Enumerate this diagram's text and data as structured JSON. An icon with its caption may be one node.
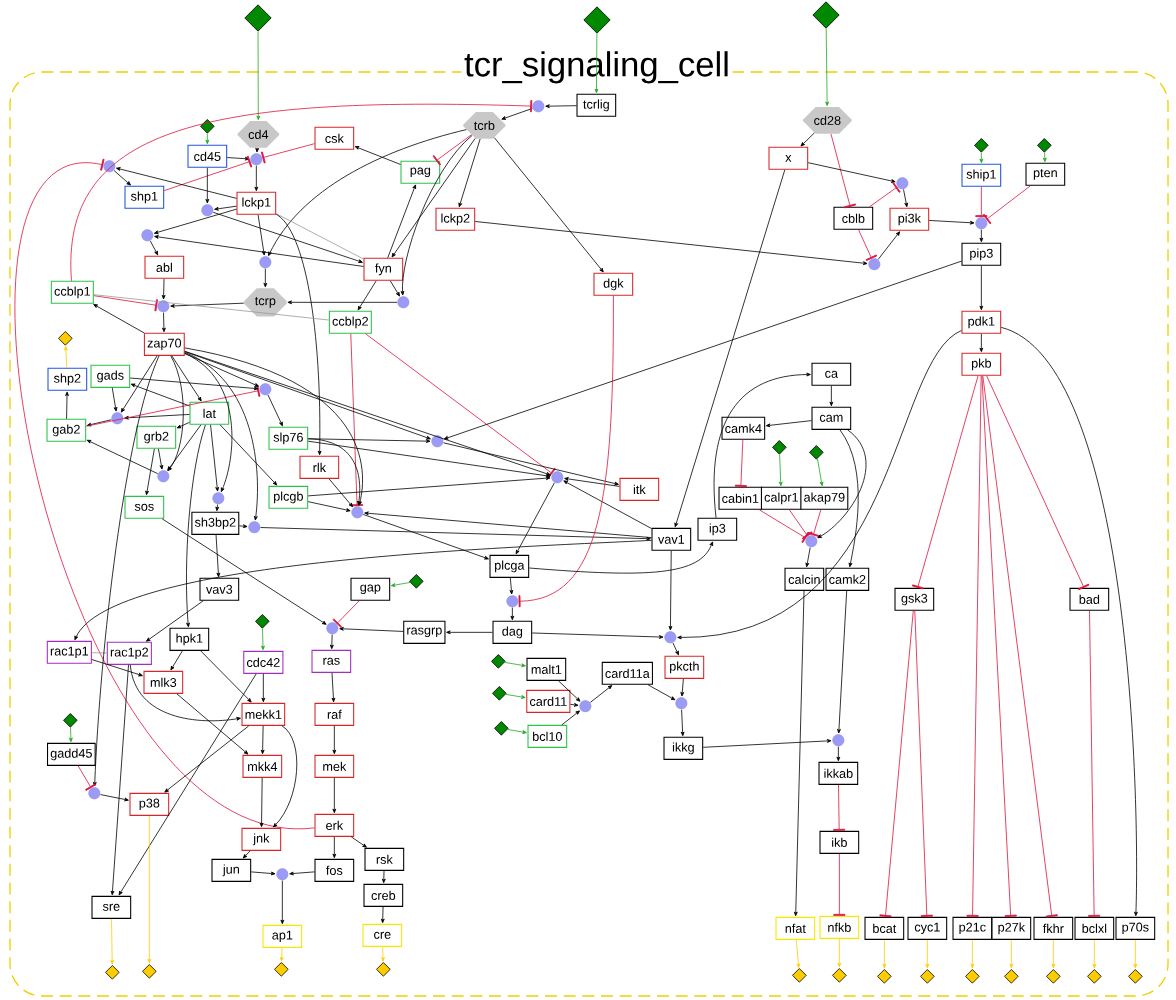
{
  "diagram": {
    "nodes": [
      {
        "text": [
          "tcr_signaling_cell"
        ]
      },
      {
        "text": [],
        "shape": "diamond"
      },
      {
        "text": [],
        "shape": "diamond"
      },
      {
        "text": [],
        "shape": "diamond"
      },
      {
        "text": [
          "tcrlig"
        ],
        "in": 0
      },
      {
        "text": [],
        "shape": "circle",
        "in": 0
      },
      {
        "text": [
          "tcrb"
        ],
        "in": 0
      },
      {
        "text": [
          "cd4"
        ],
        "in": 0
      },
      {
        "text": [
          "cd28"
        ],
        "in": 0
      },
      {
        "text": [],
        "shape": "diamond",
        "in": 0
      },
      {
        "text": [
          "csk"
        ],
        "in": 0
      },
      {
        "text": [
          "cd45"
        ],
        "in": 0
      },
      {
        "text": [],
        "shape": "circle",
        "in": 0
      },
      {
        "text": [
          "x"
        ],
        "in": 0
      },
      {
        "text": [],
        "shape": "circle",
        "in": 0
      },
      {
        "text": [
          "pag"
        ],
        "in": 0
      },
      {
        "text": [],
        "shape": "diamond",
        "in": 0
      },
      {
        "text": [],
        "shape": "diamond",
        "in": 0
      },
      {
        "text": [
          "ship1"
        ],
        "in": 0
      },
      {
        "text": [
          "pten"
        ],
        "in": 0
      },
      {
        "text": [],
        "shape": "circle",
        "in": 0
      },
      {
        "text": [
          "shp1"
        ],
        "in": 0
      },
      {
        "text": [
          "lckp1"
        ],
        "in": 0
      },
      {
        "text": [],
        "shape": "circle",
        "in": 0
      },
      {
        "text": [
          "lckp2"
        ],
        "in": 0
      },
      {
        "text": [
          "cblb"
        ],
        "in": 0
      },
      {
        "text": [
          "pi3k"
        ],
        "in": 0
      },
      {
        "text": [],
        "shape": "circle",
        "in": 0
      },
      {
        "text": [],
        "shape": "circle",
        "in": 0
      },
      {
        "text": [
          "pip3"
        ],
        "in": 0
      },
      {
        "text": [],
        "shape": "circle",
        "in": 0
      },
      {
        "text": [],
        "shape": "circle",
        "in": 0
      },
      {
        "text": [
          "abl"
        ],
        "in": 0
      },
      {
        "text": [
          "fyn"
        ],
        "in": 0
      },
      {
        "text": [
          "dgk"
        ],
        "in": 0
      },
      {
        "text": [
          "ccblp1"
        ],
        "in": 0
      },
      {
        "text": [
          "tcrp"
        ],
        "in": 0
      },
      {
        "text": [],
        "shape": "circle",
        "in": 0
      },
      {
        "text": [],
        "shape": "circle",
        "in": 0
      },
      {
        "text": [
          "ccblp2"
        ],
        "in": 0
      },
      {
        "text": [
          "pdk1"
        ],
        "in": 0
      },
      {
        "text": [],
        "shape": "diamond",
        "in": 0
      },
      {
        "text": [
          "zap70"
        ],
        "in": 0
      },
      {
        "text": [
          "pkb"
        ],
        "in": 0
      },
      {
        "text": [
          "ca"
        ],
        "in": 0
      },
      {
        "text": [
          "gads"
        ],
        "in": 0
      },
      {
        "text": [
          "shp2"
        ],
        "in": 0
      },
      {
        "text": [],
        "shape": "circle",
        "in": 0
      },
      {
        "text": [
          "lat"
        ],
        "in": 0
      },
      {
        "text": [],
        "shape": "circle",
        "in": 0
      },
      {
        "text": [
          "cam"
        ],
        "in": 0
      },
      {
        "text": [
          "gab2"
        ],
        "in": 0
      },
      {
        "text": [
          "camk4"
        ],
        "in": 0
      },
      {
        "text": [
          "grb2"
        ],
        "in": 0
      },
      {
        "text": [
          "slp76"
        ],
        "in": 0
      },
      {
        "text": [],
        "shape": "circle",
        "in": 0
      },
      {
        "text": [],
        "shape": "diamond",
        "in": 0
      },
      {
        "text": [],
        "shape": "diamond",
        "in": 0
      },
      {
        "text": [
          "rlk"
        ],
        "in": 0
      },
      {
        "text": [],
        "shape": "circle",
        "in": 0
      },
      {
        "text": [],
        "shape": "circle",
        "in": 0
      },
      {
        "text": [
          "itk"
        ],
        "in": 0
      },
      {
        "text": [
          "plcgb"
        ],
        "in": 0
      },
      {
        "text": [
          "cabin1"
        ],
        "in": 0
      },
      {
        "text": [
          "calpr1"
        ],
        "in": 0
      },
      {
        "text": [
          "akap79"
        ],
        "in": 0
      },
      {
        "text": [],
        "shape": "circle",
        "in": 0
      },
      {
        "text": [
          "sos"
        ],
        "in": 0
      },
      {
        "text": [],
        "shape": "circle",
        "in": 0
      },
      {
        "text": [
          "sh3bp2"
        ],
        "in": 0
      },
      {
        "text": [],
        "shape": "circle",
        "in": 0
      },
      {
        "text": [
          "ip3"
        ],
        "in": 0
      },
      {
        "text": [
          "vav1"
        ],
        "in": 0
      },
      {
        "text": [],
        "shape": "circle",
        "in": 0
      },
      {
        "text": [
          "plcga"
        ],
        "in": 0
      },
      {
        "text": [
          "calcin"
        ],
        "in": 0
      },
      {
        "text": [
          "camk2"
        ],
        "in": 0
      },
      {
        "text": [
          "vav3"
        ],
        "in": 0
      },
      {
        "text": [
          "gap"
        ],
        "in": 0
      },
      {
        "text": [],
        "shape": "diamond",
        "in": 0
      },
      {
        "text": [
          "gsk3"
        ],
        "in": 0
      },
      {
        "text": [
          "bad"
        ],
        "in": 0
      },
      {
        "text": [],
        "shape": "circle",
        "in": 0
      },
      {
        "text": [],
        "shape": "diamond",
        "in": 0
      },
      {
        "text": [],
        "shape": "circle",
        "in": 0
      },
      {
        "text": [
          "dag"
        ],
        "in": 0
      },
      {
        "text": [
          "rasgrp"
        ],
        "in": 0
      },
      {
        "text": [],
        "shape": "circle",
        "in": 0
      },
      {
        "text": [
          "hpk1"
        ],
        "in": 0
      },
      {
        "text": [
          "rac1p1"
        ],
        "in": 0
      },
      {
        "text": [
          "rac1p2"
        ],
        "in": 0
      },
      {
        "text": [
          "cdc42"
        ],
        "in": 0
      },
      {
        "text": [
          "ras"
        ],
        "in": 0
      },
      {
        "text": [],
        "shape": "diamond",
        "in": 0
      },
      {
        "text": [
          "malt1"
        ],
        "in": 0
      },
      {
        "text": [
          "card11a"
        ],
        "in": 0
      },
      {
        "text": [
          "pkcth"
        ],
        "in": 0
      },
      {
        "text": [
          "mlk3"
        ],
        "in": 0
      },
      {
        "text": [],
        "shape": "diamond",
        "in": 0
      },
      {
        "text": [
          "card11"
        ],
        "in": 0
      },
      {
        "text": [],
        "shape": "circle",
        "in": 0
      },
      {
        "text": [],
        "shape": "circle",
        "in": 0
      },
      {
        "text": [
          "mekk1"
        ],
        "in": 0
      },
      {
        "text": [
          "raf"
        ],
        "in": 0
      },
      {
        "text": [],
        "shape": "diamond",
        "in": 0
      },
      {
        "text": [],
        "shape": "diamond",
        "in": 0
      },
      {
        "text": [
          "bcl10"
        ],
        "in": 0
      },
      {
        "text": [],
        "shape": "circle",
        "in": 0
      },
      {
        "text": [
          "ikkg"
        ],
        "in": 0
      },
      {
        "text": [
          "gadd45"
        ],
        "in": 0
      },
      {
        "text": [
          "mkk4"
        ],
        "in": 0
      },
      {
        "text": [
          "mek"
        ],
        "in": 0
      },
      {
        "text": [
          "ikkab"
        ],
        "in": 0
      },
      {
        "text": [],
        "shape": "circle",
        "in": 0
      },
      {
        "text": [
          "p38"
        ],
        "in": 0
      },
      {
        "text": [
          "erk"
        ],
        "in": 0
      },
      {
        "text": [
          "jnk"
        ],
        "in": 0
      },
      {
        "text": [
          "ikb"
        ],
        "in": 0
      },
      {
        "text": [
          "rsk"
        ],
        "in": 0
      },
      {
        "text": [
          "jun"
        ],
        "in": 0
      },
      {
        "text": [],
        "shape": "circle",
        "in": 0
      },
      {
        "text": [
          "fos"
        ],
        "in": 0
      },
      {
        "text": [
          "creb"
        ],
        "in": 0
      },
      {
        "text": [
          "sre"
        ],
        "in": 0
      },
      {
        "text": [
          "nfat"
        ],
        "in": 0
      },
      {
        "text": [
          "nfkb"
        ],
        "in": 0
      },
      {
        "text": [
          "bcat"
        ],
        "in": 0
      },
      {
        "text": [
          "cyc1"
        ],
        "in": 0
      },
      {
        "text": [
          "p21c"
        ],
        "in": 0
      },
      {
        "text": [
          "p27k"
        ],
        "in": 0
      },
      {
        "text": [
          "fkhr"
        ],
        "in": 0
      },
      {
        "text": [
          "bclxl"
        ],
        "in": 0
      },
      {
        "text": [
          "p70s"
        ],
        "in": 0
      },
      {
        "text": [
          "ap1"
        ],
        "in": 0
      },
      {
        "text": [
          "cre"
        ],
        "in": 0
      },
      {
        "text": [],
        "shape": "diamond",
        "in": 0
      },
      {
        "text": [],
        "shape": "diamond",
        "in": 0
      },
      {
        "text": [],
        "shape": "diamond",
        "in": 0
      },
      {
        "text": [],
        "shape": "diamond",
        "in": 0
      },
      {
        "text": [],
        "shape": "diamond",
        "in": 0
      },
      {
        "text": [],
        "shape": "diamond",
        "in": 0
      },
      {
        "text": [],
        "shape": "diamond",
        "in": 0
      },
      {
        "text": [],
        "shape": "diamond",
        "in": 0
      },
      {
        "text": [],
        "shape": "diamond",
        "in": 0
      },
      {
        "text": [],
        "shape": "diamond",
        "in": 0
      },
      {
        "text": [],
        "shape": "diamond",
        "in": 0
      },
      {
        "text": [],
        "shape": "diamond",
        "in": 0
      },
      {
        "text": [],
        "shape": "diamond",
        "in": 0
      }
    ],
    "edges": [
      {
        "from": 2,
        "to": 4,
        "arrow": "to",
        "color": "#22aa22"
      },
      {
        "from": 4,
        "to": 5,
        "arrow": "to"
      },
      {
        "from": 5,
        "to": 6,
        "arrow": "to"
      },
      {
        "from": 1,
        "to": 7,
        "arrow": "to",
        "color": "#22aa22"
      },
      {
        "from": 3,
        "to": 8,
        "arrow": "to",
        "color": "#22aa22"
      },
      {
        "from": 35,
        "to": 5,
        "arrow": "other",
        "color": "#dc143c"
      },
      {
        "from": 9,
        "to": 11,
        "arrow": "to",
        "color": "#22aa22"
      },
      {
        "from": 7,
        "to": 12,
        "arrow": "to"
      },
      {
        "from": 11,
        "to": 12,
        "arrow": "to"
      },
      {
        "from": 10,
        "to": 12,
        "arrow": "other",
        "color": "#dc143c"
      },
      {
        "from": 21,
        "to": 12,
        "arrow": "other",
        "color": "#dc143c"
      },
      {
        "from": 12,
        "to": 22,
        "arrow": "to"
      },
      {
        "from": 22,
        "to": 14,
        "arrow": "to"
      },
      {
        "from": 14,
        "to": 21,
        "arrow": "to"
      },
      {
        "from": 115,
        "to": 14,
        "arrow": "other",
        "color": "#dc143c"
      },
      {
        "from": 11,
        "to": 23,
        "arrow": "to"
      },
      {
        "from": 22,
        "to": 23,
        "arrow": "to"
      },
      {
        "from": 23,
        "to": 33,
        "arrow": "to"
      },
      {
        "from": 15,
        "to": 10,
        "arrow": "to"
      },
      {
        "from": 22,
        "to": 28,
        "arrow": "to"
      },
      {
        "from": 33,
        "to": 28,
        "arrow": "to"
      },
      {
        "from": 28,
        "to": 32,
        "arrow": "to"
      },
      {
        "from": 22,
        "to": 30,
        "arrow": "to"
      },
      {
        "from": 6,
        "to": 30,
        "arrow": "to"
      },
      {
        "from": 30,
        "to": 36,
        "arrow": "to"
      },
      {
        "from": 22,
        "to": 33,
        "arrow": "none",
        "color": "#999999"
      },
      {
        "from": 22,
        "to": 58,
        "arrow": "to"
      },
      {
        "from": 33,
        "to": 38,
        "arrow": "to"
      },
      {
        "from": 6,
        "to": 38,
        "arrow": "to"
      },
      {
        "from": 38,
        "to": 36,
        "arrow": "to"
      },
      {
        "from": 33,
        "to": 39,
        "arrow": "to"
      },
      {
        "from": 33,
        "to": 15,
        "arrow": "to"
      },
      {
        "from": 6,
        "to": 33,
        "arrow": "to"
      },
      {
        "from": 6,
        "to": 15,
        "arrow": "other",
        "color": "#dc143c"
      },
      {
        "from": 6,
        "to": 24,
        "arrow": "to"
      },
      {
        "from": 6,
        "to": 34,
        "arrow": "to"
      },
      {
        "from": 32,
        "to": 37,
        "arrow": "to"
      },
      {
        "from": 35,
        "to": 37,
        "arrow": "other",
        "color": "#dc143c"
      },
      {
        "from": 36,
        "to": 37,
        "arrow": "to"
      },
      {
        "from": 37,
        "to": 42,
        "arrow": "to"
      },
      {
        "from": 42,
        "to": 35,
        "arrow": "to"
      },
      {
        "from": 39,
        "to": 35,
        "arrow": "none",
        "color": "#999999"
      },
      {
        "from": 39,
        "to": 68,
        "arrow": "other",
        "color": "#dc143c"
      },
      {
        "from": 39,
        "to": 60,
        "arrow": "other",
        "color": "#dc143c"
      },
      {
        "from": 8,
        "to": 13,
        "arrow": "to"
      },
      {
        "from": 8,
        "to": 25,
        "arrow": "other",
        "color": "#dc143c"
      },
      {
        "from": 13,
        "to": 20,
        "arrow": "to"
      },
      {
        "from": 25,
        "to": 20,
        "arrow": "other",
        "color": "#dc143c"
      },
      {
        "from": 20,
        "to": 26,
        "arrow": "to"
      },
      {
        "from": 25,
        "to": 31,
        "arrow": "other",
        "color": "#dc143c"
      },
      {
        "from": 24,
        "to": 31,
        "arrow": "to"
      },
      {
        "from": 31,
        "to": 26,
        "arrow": "to"
      },
      {
        "from": 26,
        "to": 27,
        "arrow": "to"
      },
      {
        "from": 18,
        "to": 27,
        "arrow": "other",
        "color": "#dc143c"
      },
      {
        "from": 19,
        "to": 27,
        "arrow": "other",
        "color": "#dc143c"
      },
      {
        "from": 16,
        "to": 18,
        "arrow": "to",
        "color": "#22aa22"
      },
      {
        "from": 17,
        "to": 19,
        "arrow": "to",
        "color": "#22aa22"
      },
      {
        "from": 27,
        "to": 29,
        "arrow": "to"
      },
      {
        "from": 29,
        "to": 40,
        "arrow": "to"
      },
      {
        "from": 40,
        "to": 43,
        "arrow": "to"
      },
      {
        "from": 40,
        "to": 132,
        "arrow": "to"
      },
      {
        "from": 40,
        "to": 87,
        "arrow": "to"
      },
      {
        "from": 29,
        "to": 55,
        "arrow": "to"
      },
      {
        "from": 43,
        "to": 80,
        "arrow": "other",
        "color": "#dc143c"
      },
      {
        "from": 43,
        "to": 128,
        "arrow": "other",
        "color": "#dc143c"
      },
      {
        "from": 43,
        "to": 129,
        "arrow": "other",
        "color": "#dc143c"
      },
      {
        "from": 43,
        "to": 130,
        "arrow": "other",
        "color": "#dc143c"
      },
      {
        "from": 43,
        "to": 81,
        "arrow": "other",
        "color": "#dc143c"
      },
      {
        "from": 80,
        "to": 126,
        "arrow": "other",
        "color": "#dc143c"
      },
      {
        "from": 80,
        "to": 127,
        "arrow": "other",
        "color": "#dc143c"
      },
      {
        "from": 81,
        "to": 131,
        "arrow": "other",
        "color": "#dc143c"
      },
      {
        "from": 46,
        "to": 41,
        "arrow": "to",
        "color": "#ffcc00"
      },
      {
        "from": 51,
        "to": 46,
        "arrow": "to"
      },
      {
        "from": 45,
        "to": 49,
        "arrow": "to"
      },
      {
        "from": 42,
        "to": 49,
        "arrow": "to"
      },
      {
        "from": 48,
        "to": 49,
        "arrow": "to"
      },
      {
        "from": 49,
        "to": 51,
        "arrow": "to"
      },
      {
        "from": 48,
        "to": 45,
        "arrow": "to"
      },
      {
        "from": 51,
        "to": 47,
        "arrow": "other",
        "color": "#dc143c"
      },
      {
        "from": 45,
        "to": 47,
        "arrow": "to"
      },
      {
        "from": 42,
        "to": 47,
        "arrow": "to"
      },
      {
        "from": 47,
        "to": 54,
        "arrow": "to"
      },
      {
        "from": 42,
        "to": 48,
        "arrow": "to"
      },
      {
        "from": 48,
        "to": 53,
        "arrow": "to"
      },
      {
        "from": 59,
        "to": 51,
        "arrow": "to"
      },
      {
        "from": 53,
        "to": 59,
        "arrow": "to"
      },
      {
        "from": 48,
        "to": 59,
        "arrow": "to"
      },
      {
        "from": 42,
        "to": 59,
        "arrow": "to"
      },
      {
        "from": 53,
        "to": 67,
        "arrow": "to"
      },
      {
        "from": 48,
        "to": 66,
        "arrow": "to"
      },
      {
        "from": 42,
        "to": 66,
        "arrow": "to"
      },
      {
        "from": 66,
        "to": 69,
        "arrow": "to"
      },
      {
        "from": 48,
        "to": 62,
        "arrow": "to"
      },
      {
        "from": 48,
        "to": 88,
        "arrow": "to"
      },
      {
        "from": 42,
        "to": 70,
        "arrow": "to"
      },
      {
        "from": 69,
        "to": 70,
        "arrow": "to"
      },
      {
        "from": 70,
        "to": 72,
        "arrow": "to"
      },
      {
        "from": 72,
        "to": 68,
        "arrow": "to"
      },
      {
        "from": 72,
        "to": 89,
        "arrow": "to"
      },
      {
        "from": 72,
        "to": 60,
        "arrow": "to"
      },
      {
        "from": 54,
        "to": 55,
        "arrow": "to"
      },
      {
        "from": 42,
        "to": 55,
        "arrow": "to"
      },
      {
        "from": 55,
        "to": 61,
        "arrow": "to"
      },
      {
        "from": 54,
        "to": 60,
        "arrow": "to"
      },
      {
        "from": 62,
        "to": 60,
        "arrow": "to"
      },
      {
        "from": 42,
        "to": 60,
        "arrow": "to"
      },
      {
        "from": 61,
        "to": 60,
        "arrow": "to"
      },
      {
        "from": 60,
        "to": 74,
        "arrow": "to"
      },
      {
        "from": 54,
        "to": 68,
        "arrow": "to"
      },
      {
        "from": 58,
        "to": 68,
        "arrow": "to"
      },
      {
        "from": 62,
        "to": 68,
        "arrow": "to"
      },
      {
        "from": 42,
        "to": 68,
        "arrow": "to"
      },
      {
        "from": 68,
        "to": 74,
        "arrow": "to"
      },
      {
        "from": 67,
        "to": 84,
        "arrow": "to"
      },
      {
        "from": 86,
        "to": 84,
        "arrow": "to"
      },
      {
        "from": 78,
        "to": 84,
        "arrow": "other",
        "color": "#dc143c"
      },
      {
        "from": 84,
        "to": 92,
        "arrow": "to"
      },
      {
        "from": 79,
        "to": 78,
        "arrow": "to",
        "color": "#22aa22"
      },
      {
        "from": 69,
        "to": 77,
        "arrow": "to"
      },
      {
        "from": 77,
        "to": 90,
        "arrow": "to"
      },
      {
        "from": 85,
        "to": 86,
        "arrow": "to"
      },
      {
        "from": 74,
        "to": 82,
        "arrow": "to"
      },
      {
        "from": 34,
        "to": 82,
        "arrow": "other",
        "color": "#dc143c"
      },
      {
        "from": 82,
        "to": 85,
        "arrow": "to"
      },
      {
        "from": 74,
        "to": 71,
        "arrow": "to"
      },
      {
        "from": 71,
        "to": 44,
        "arrow": "to"
      },
      {
        "from": 44,
        "to": 50,
        "arrow": "to"
      },
      {
        "from": 50,
        "to": 52,
        "arrow": "to"
      },
      {
        "from": 52,
        "to": 63,
        "arrow": "other",
        "color": "#dc143c"
      },
      {
        "from": 56,
        "to": 64,
        "arrow": "to",
        "color": "#22aa22"
      },
      {
        "from": 57,
        "to": 65,
        "arrow": "to",
        "color": "#22aa22"
      },
      {
        "from": 63,
        "to": 73,
        "arrow": "other",
        "color": "#dc143c"
      },
      {
        "from": 64,
        "to": 73,
        "arrow": "other",
        "color": "#dc143c"
      },
      {
        "from": 65,
        "to": 73,
        "arrow": "other",
        "color": "#dc143c"
      },
      {
        "from": 50,
        "to": 73,
        "arrow": "to"
      },
      {
        "from": 50,
        "to": 76,
        "arrow": "to"
      },
      {
        "from": 73,
        "to": 75,
        "arrow": "to"
      },
      {
        "from": 13,
        "to": 72,
        "arrow": "to"
      },
      {
        "from": 72,
        "to": 87,
        "arrow": "to"
      },
      {
        "from": 85,
        "to": 87,
        "arrow": "to"
      },
      {
        "from": 87,
        "to": 96,
        "arrow": "to"
      },
      {
        "from": 96,
        "to": 101,
        "arrow": "to"
      },
      {
        "from": 95,
        "to": 101,
        "arrow": "to"
      },
      {
        "from": 101,
        "to": 108,
        "arrow": "to"
      },
      {
        "from": 108,
        "to": 107,
        "arrow": "to"
      },
      {
        "from": 76,
        "to": 107,
        "arrow": "to"
      },
      {
        "from": 107,
        "to": 112,
        "arrow": "to"
      },
      {
        "from": 112,
        "to": 117,
        "arrow": "other",
        "color": "#dc143c"
      },
      {
        "from": 117,
        "to": 125,
        "arrow": "other",
        "color": "#dc143c"
      },
      {
        "from": 75,
        "to": 124,
        "arrow": "to"
      },
      {
        "from": 93,
        "to": 94,
        "arrow": "to",
        "color": "#22aa22"
      },
      {
        "from": 98,
        "to": 99,
        "arrow": "to",
        "color": "#22aa22"
      },
      {
        "from": 105,
        "to": 106,
        "arrow": "to",
        "color": "#22aa22"
      },
      {
        "from": 94,
        "to": 100,
        "arrow": "to"
      },
      {
        "from": 99,
        "to": 100,
        "arrow": "to"
      },
      {
        "from": 106,
        "to": 100,
        "arrow": "to"
      },
      {
        "from": 100,
        "to": 95,
        "arrow": "to"
      },
      {
        "from": 83,
        "to": 91,
        "arrow": "to",
        "color": "#22aa22"
      },
      {
        "from": 89,
        "to": 90,
        "arrow": "none",
        "color": "#999999"
      },
      {
        "from": 89,
        "to": 97,
        "arrow": "to"
      },
      {
        "from": 88,
        "to": 97,
        "arrow": "to"
      },
      {
        "from": 88,
        "to": 102,
        "arrow": "to"
      },
      {
        "from": 90,
        "to": 102,
        "arrow": "to"
      },
      {
        "from": 91,
        "to": 102,
        "arrow": "to"
      },
      {
        "from": 91,
        "to": 123,
        "arrow": "to"
      },
      {
        "from": 90,
        "to": 123,
        "arrow": "to"
      },
      {
        "from": 97,
        "to": 110,
        "arrow": "to"
      },
      {
        "from": 102,
        "to": 114,
        "arrow": "to"
      },
      {
        "from": 102,
        "to": 110,
        "arrow": "to"
      },
      {
        "from": 102,
        "to": 116,
        "arrow": "to"
      },
      {
        "from": 110,
        "to": 116,
        "arrow": "to"
      },
      {
        "from": 42,
        "to": 113,
        "arrow": "to"
      },
      {
        "from": 109,
        "to": 113,
        "arrow": "other",
        "color": "#dc143c"
      },
      {
        "from": 104,
        "to": 109,
        "arrow": "to",
        "color": "#22aa22"
      },
      {
        "from": 113,
        "to": 114,
        "arrow": "to"
      },
      {
        "from": 114,
        "to": 136,
        "arrow": "to",
        "color": "#ffcc00"
      },
      {
        "from": 123,
        "to": 135,
        "arrow": "to",
        "color": "#ffcc00"
      },
      {
        "from": 92,
        "to": 103,
        "arrow": "to"
      },
      {
        "from": 103,
        "to": 111,
        "arrow": "to"
      },
      {
        "from": 111,
        "to": 115,
        "arrow": "to"
      },
      {
        "from": 115,
        "to": 121,
        "arrow": "to"
      },
      {
        "from": 115,
        "to": 118,
        "arrow": "to"
      },
      {
        "from": 118,
        "to": 122,
        "arrow": "to"
      },
      {
        "from": 122,
        "to": 134,
        "arrow": "to"
      },
      {
        "from": 134,
        "to": 138,
        "arrow": "to",
        "color": "#ffcc00"
      },
      {
        "from": 116,
        "to": 119,
        "arrow": "to"
      },
      {
        "from": 119,
        "to": 120,
        "arrow": "to"
      },
      {
        "from": 121,
        "to": 120,
        "arrow": "to"
      },
      {
        "from": 120,
        "to": 133,
        "arrow": "to"
      },
      {
        "from": 133,
        "to": 137,
        "arrow": "to",
        "color": "#ffcc00"
      },
      {
        "from": 124,
        "to": 139,
        "arrow": "to",
        "color": "#ffcc00"
      },
      {
        "from": 125,
        "to": 140,
        "arrow": "to",
        "color": "#ffcc00"
      },
      {
        "from": 126,
        "to": 141,
        "arrow": "to",
        "color": "#ffcc00"
      },
      {
        "from": 127,
        "to": 142,
        "arrow": "to",
        "color": "#ffcc00"
      },
      {
        "from": 128,
        "to": 143,
        "arrow": "to",
        "color": "#ffcc00"
      },
      {
        "from": 129,
        "to": 144,
        "arrow": "to",
        "color": "#ffcc00"
      },
      {
        "from": 130,
        "to": 145,
        "arrow": "to",
        "color": "#ffcc00"
      },
      {
        "from": 131,
        "to": 146,
        "arrow": "to",
        "color": "#ffcc00"
      },
      {
        "from": 132,
        "to": 147,
        "arrow": "to",
        "color": "#ffcc00"
      }
    ]
  }
}
